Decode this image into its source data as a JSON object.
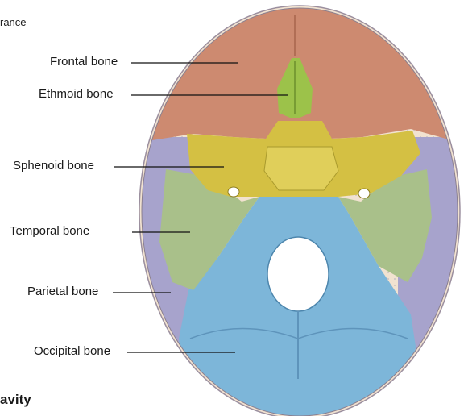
{
  "fragments": {
    "top_left": "rance",
    "bottom_left": "avity"
  },
  "labels": {
    "frontal": "Frontal bone",
    "ethmoid": "Ethmoid bone",
    "sphenoid": "Sphenoid bone",
    "temporal": "Temporal bone",
    "parietal": "Parietal bone",
    "occipital": "Occipital bone"
  },
  "colors": {
    "frontal": "#cd8a70",
    "ethmoid": "#9cc24a",
    "sphenoid": "#d4c043",
    "temporal": "#a9c08a",
    "parietal": "#a7a3cc",
    "occipital": "#7db6d9",
    "rim": "#f3dcc6"
  }
}
